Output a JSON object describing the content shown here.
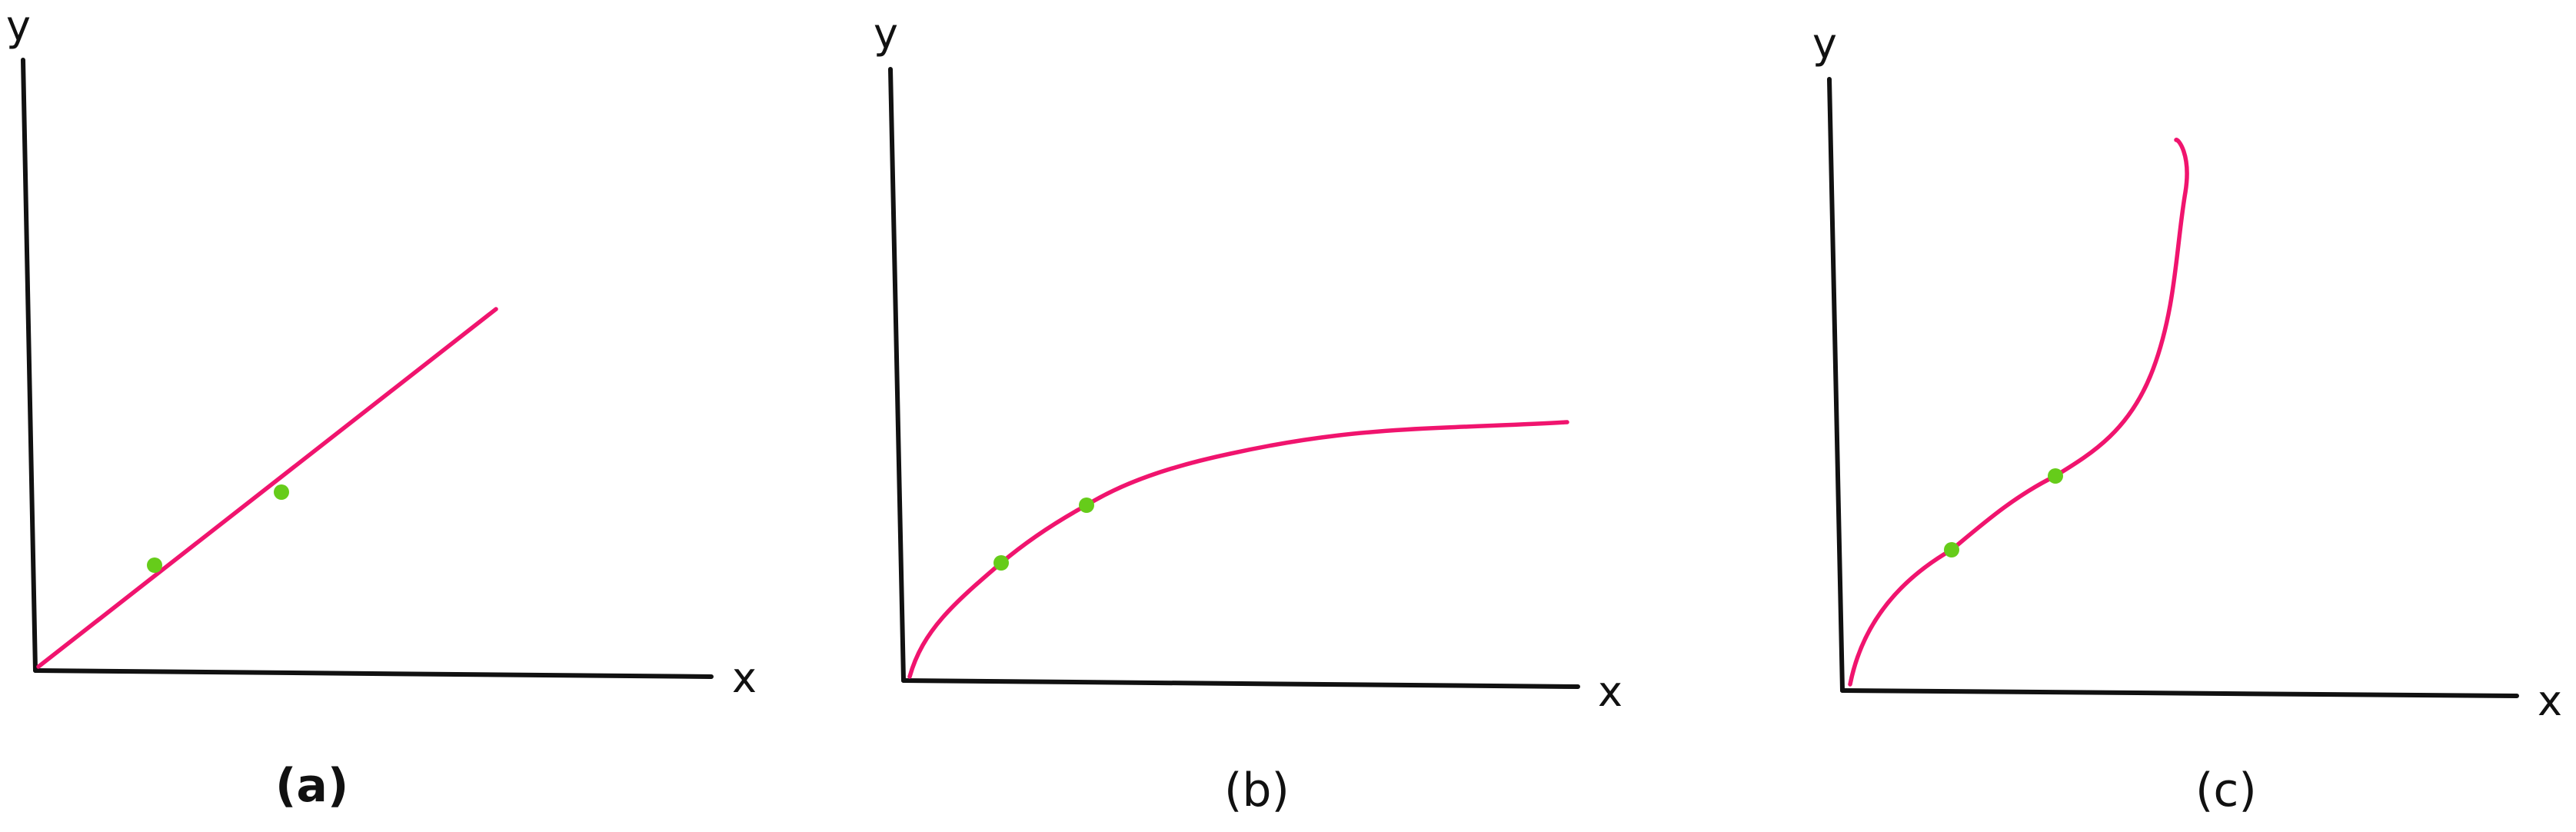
{
  "colors": {
    "axis": "#111111",
    "curve": "#f0146e",
    "point": "#66cc1a",
    "background": "#ffffff"
  },
  "panels": [
    {
      "caption": "(a)",
      "x_label": "x",
      "y_label": "y",
      "curve_shape": "linear"
    },
    {
      "caption": "(b)",
      "x_label": "x",
      "y_label": "y",
      "curve_shape": "concave"
    },
    {
      "caption": "(c)",
      "x_label": "x",
      "y_label": "y",
      "curve_shape": "convex"
    }
  ]
}
